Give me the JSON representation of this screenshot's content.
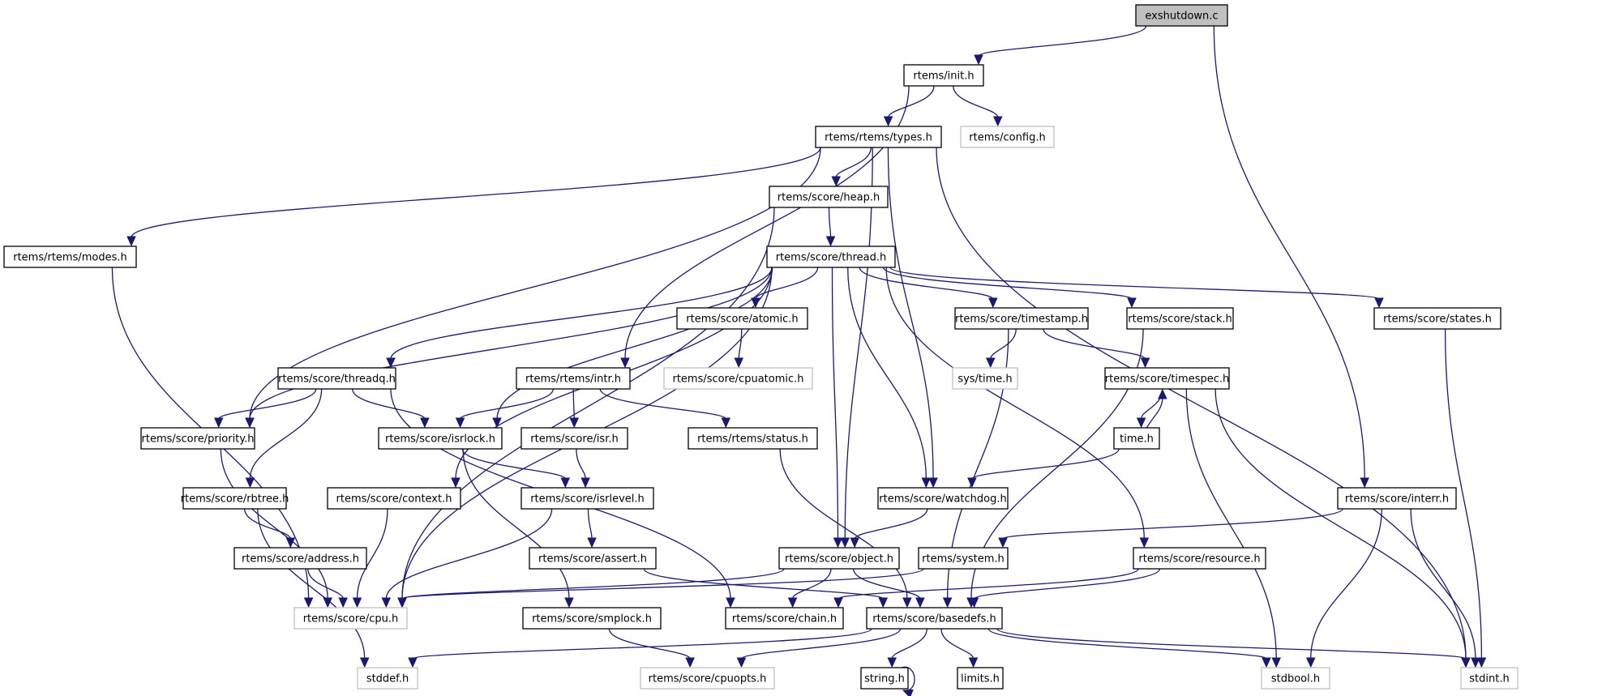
{
  "title": "exshutdown.c include dependency graph",
  "colors": {
    "edge": "#191970",
    "root_fill": "#bfbfbf",
    "node_border": "#000000",
    "external_border": "#bfbfbf"
  },
  "nodes": [
    {
      "id": "exshutdown",
      "label": "exshutdown.c",
      "kind": "root"
    },
    {
      "id": "init",
      "label": "rtems/init.h",
      "kind": "normal"
    },
    {
      "id": "types",
      "label": "rtems/rtems/types.h",
      "kind": "normal"
    },
    {
      "id": "config",
      "label": "rtems/config.h",
      "kind": "external"
    },
    {
      "id": "heap",
      "label": "rtems/score/heap.h",
      "kind": "normal"
    },
    {
      "id": "modes",
      "label": "rtems/rtems/modes.h",
      "kind": "normal"
    },
    {
      "id": "thread",
      "label": "rtems/score/thread.h",
      "kind": "normal"
    },
    {
      "id": "atomic",
      "label": "rtems/score/atomic.h",
      "kind": "normal"
    },
    {
      "id": "timestamp",
      "label": "rtems/score/timestamp.h",
      "kind": "normal"
    },
    {
      "id": "stack",
      "label": "rtems/score/stack.h",
      "kind": "normal"
    },
    {
      "id": "states",
      "label": "rtems/score/states.h",
      "kind": "normal"
    },
    {
      "id": "threadq",
      "label": "rtems/score/threadq.h",
      "kind": "normal"
    },
    {
      "id": "intr",
      "label": "rtems/rtems/intr.h",
      "kind": "normal"
    },
    {
      "id": "cpuatomic",
      "label": "rtems/score/cpuatomic.h",
      "kind": "external"
    },
    {
      "id": "systime",
      "label": "sys/time.h",
      "kind": "external"
    },
    {
      "id": "timespec",
      "label": "rtems/score/timespec.h",
      "kind": "normal"
    },
    {
      "id": "priority",
      "label": "rtems/score/priority.h",
      "kind": "normal"
    },
    {
      "id": "isrlock",
      "label": "rtems/score/isrlock.h",
      "kind": "normal"
    },
    {
      "id": "isr",
      "label": "rtems/score/isr.h",
      "kind": "normal"
    },
    {
      "id": "status",
      "label": "rtems/rtems/status.h",
      "kind": "normal"
    },
    {
      "id": "time",
      "label": "time.h",
      "kind": "normal"
    },
    {
      "id": "rbtree",
      "label": "rtems/score/rbtree.h",
      "kind": "normal"
    },
    {
      "id": "context",
      "label": "rtems/score/context.h",
      "kind": "normal"
    },
    {
      "id": "isrlevel",
      "label": "rtems/score/isrlevel.h",
      "kind": "normal"
    },
    {
      "id": "watchdog",
      "label": "rtems/score/watchdog.h",
      "kind": "normal"
    },
    {
      "id": "interr",
      "label": "rtems/score/interr.h",
      "kind": "normal"
    },
    {
      "id": "address",
      "label": "rtems/score/address.h",
      "kind": "normal"
    },
    {
      "id": "assert",
      "label": "rtems/score/assert.h",
      "kind": "normal"
    },
    {
      "id": "object",
      "label": "rtems/score/object.h",
      "kind": "normal"
    },
    {
      "id": "system",
      "label": "rtems/system.h",
      "kind": "normal"
    },
    {
      "id": "resource",
      "label": "rtems/score/resource.h",
      "kind": "normal"
    },
    {
      "id": "cpu",
      "label": "rtems/score/cpu.h",
      "kind": "external"
    },
    {
      "id": "smplock",
      "label": "rtems/score/smplock.h",
      "kind": "normal"
    },
    {
      "id": "chain",
      "label": "rtems/score/chain.h",
      "kind": "normal"
    },
    {
      "id": "basedefs",
      "label": "rtems/score/basedefs.h",
      "kind": "normal"
    },
    {
      "id": "stddef",
      "label": "stddef.h",
      "kind": "external"
    },
    {
      "id": "cpuopts",
      "label": "rtems/score/cpuopts.h",
      "kind": "external"
    },
    {
      "id": "string",
      "label": "string.h",
      "kind": "normal"
    },
    {
      "id": "limits",
      "label": "limits.h",
      "kind": "normal"
    },
    {
      "id": "stdbool",
      "label": "stdbool.h",
      "kind": "external"
    },
    {
      "id": "stdint",
      "label": "stdint.h",
      "kind": "external"
    }
  ],
  "edges": [
    [
      "exshutdown",
      "init"
    ],
    [
      "exshutdown",
      "interr"
    ],
    [
      "init",
      "types"
    ],
    [
      "init",
      "config"
    ],
    [
      "init",
      "intr"
    ],
    [
      "types",
      "modes"
    ],
    [
      "types",
      "heap"
    ],
    [
      "types",
      "priority"
    ],
    [
      "types",
      "watchdog"
    ],
    [
      "types",
      "object"
    ],
    [
      "types",
      "stdint"
    ],
    [
      "heap",
      "thread"
    ],
    [
      "heap",
      "cpu"
    ],
    [
      "modes",
      "cpu"
    ],
    [
      "thread",
      "atomic"
    ],
    [
      "thread",
      "timestamp"
    ],
    [
      "thread",
      "stack"
    ],
    [
      "thread",
      "states"
    ],
    [
      "thread",
      "threadq"
    ],
    [
      "thread",
      "priority"
    ],
    [
      "thread",
      "isrlock"
    ],
    [
      "thread",
      "context"
    ],
    [
      "thread",
      "object"
    ],
    [
      "thread",
      "watchdog"
    ],
    [
      "thread",
      "resource"
    ],
    [
      "thread",
      "cpu"
    ],
    [
      "atomic",
      "cpuatomic"
    ],
    [
      "timestamp",
      "systime"
    ],
    [
      "timestamp",
      "timespec"
    ],
    [
      "timestamp",
      "basedefs"
    ],
    [
      "stack",
      "basedefs"
    ],
    [
      "states",
      "stdint"
    ],
    [
      "threadq",
      "priority"
    ],
    [
      "threadq",
      "isrlock"
    ],
    [
      "threadq",
      "rbtree"
    ],
    [
      "threadq",
      "chain"
    ],
    [
      "intr",
      "isrlock"
    ],
    [
      "intr",
      "isr"
    ],
    [
      "intr",
      "status"
    ],
    [
      "timespec",
      "time"
    ],
    [
      "timespec",
      "stdbool"
    ],
    [
      "timespec",
      "stdint"
    ],
    [
      "time",
      "timespec"
    ],
    [
      "time",
      "watchdog"
    ],
    [
      "priority",
      "cpu"
    ],
    [
      "isrlock",
      "isrlevel"
    ],
    [
      "isrlock",
      "smplock"
    ],
    [
      "isr",
      "isrlevel"
    ],
    [
      "status",
      "basedefs"
    ],
    [
      "rbtree",
      "address"
    ],
    [
      "rbtree",
      "stddef"
    ],
    [
      "context",
      "cpu"
    ],
    [
      "isrlevel",
      "assert"
    ],
    [
      "isrlevel",
      "cpu"
    ],
    [
      "watchdog",
      "object"
    ],
    [
      "interr",
      "system"
    ],
    [
      "interr",
      "stdbool"
    ],
    [
      "interr",
      "stdint"
    ],
    [
      "address",
      "cpu"
    ],
    [
      "assert",
      "basedefs"
    ],
    [
      "object",
      "cpu"
    ],
    [
      "object",
      "chain"
    ],
    [
      "object",
      "basedefs"
    ],
    [
      "system",
      "cpu"
    ],
    [
      "resource",
      "chain"
    ],
    [
      "resource",
      "basedefs"
    ],
    [
      "smplock",
      "cpuopts"
    ],
    [
      "basedefs",
      "stddef"
    ],
    [
      "basedefs",
      "cpuopts"
    ],
    [
      "basedefs",
      "string"
    ],
    [
      "basedefs",
      "limits"
    ],
    [
      "basedefs",
      "stdbool"
    ],
    [
      "basedefs",
      "stdint"
    ],
    [
      "string",
      "string"
    ]
  ]
}
